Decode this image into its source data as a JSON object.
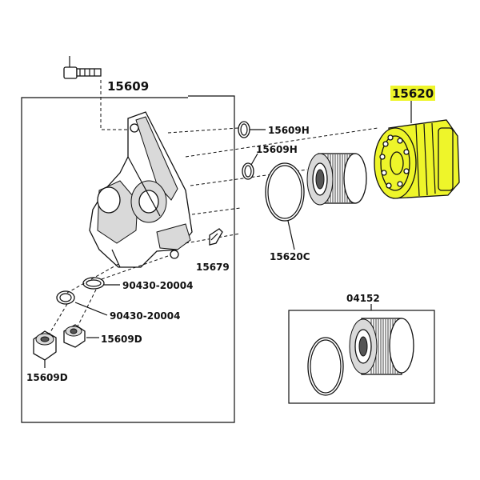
{
  "colors": {
    "highlight": "#eef52a",
    "line": "#111111",
    "background": "#ffffff"
  },
  "labels": {
    "housing": "15609",
    "oring_h_1": "15609H",
    "oring_h_2": "15609H",
    "filter_cap": "15620",
    "gasket_c": "15620C",
    "clip": "15679",
    "oring_a": "90430-20004",
    "oring_b": "90430-20004",
    "plug_right": "15609D",
    "plug_left": "15609D",
    "element_kit": "04152"
  },
  "highlighted_part": "15620"
}
